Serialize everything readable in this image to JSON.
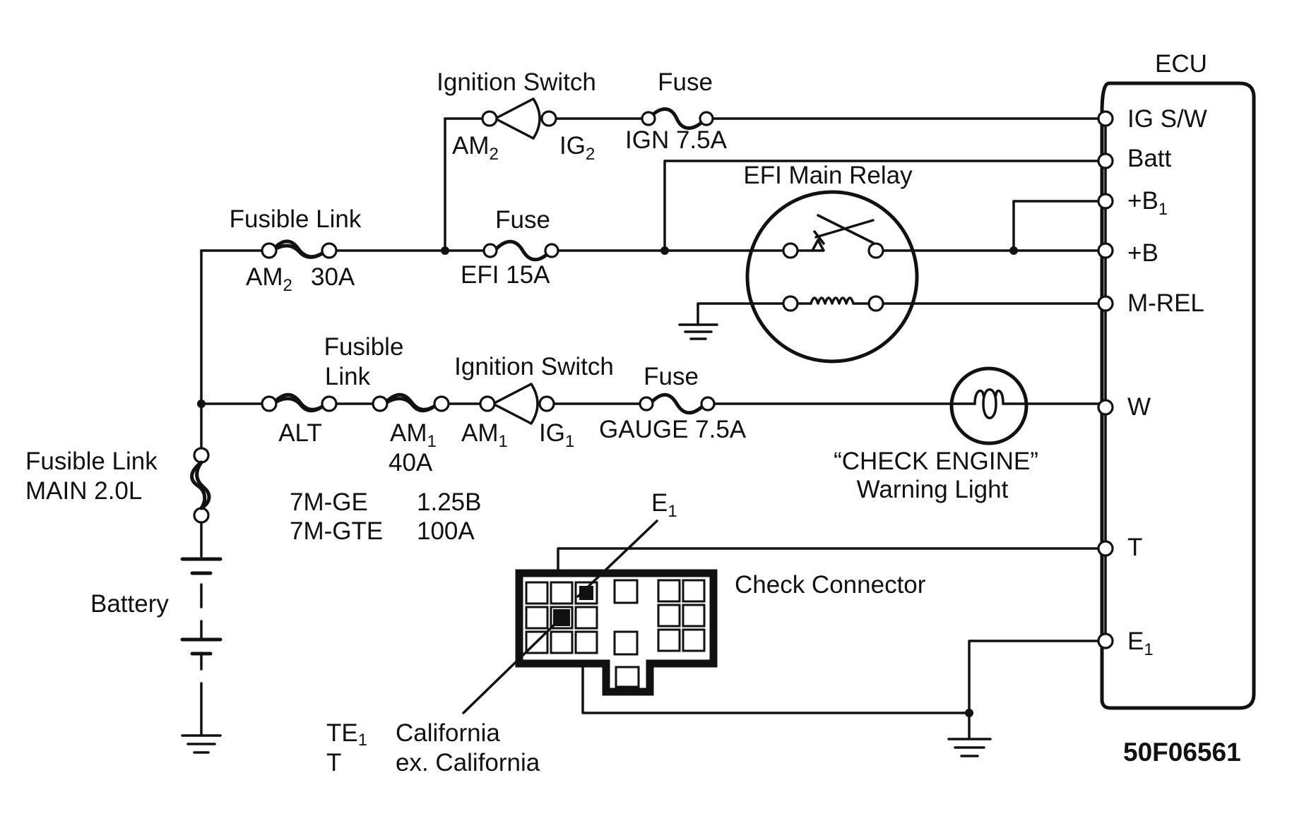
{
  "ecu": {
    "title": "ECU",
    "pins": [
      "IG S/W",
      "Batt",
      "+B",
      "+B",
      "M-REL",
      "W",
      "T",
      "E"
    ],
    "pin_subscripts": [
      "",
      "",
      "1",
      "",
      "",
      "",
      "",
      "1"
    ]
  },
  "ignition_switch_top": {
    "title": "Ignition Switch",
    "left": "AM",
    "left_sub": "2",
    "right": "IG",
    "right_sub": "2"
  },
  "fuse_top": {
    "title": "Fuse",
    "rating": "IGN 7.5A"
  },
  "efi_relay": {
    "title": "EFI Main Relay"
  },
  "fusible_link_am2": {
    "title": "Fusible Link",
    "name": "AM",
    "name_sub": "2",
    "rating": "30A"
  },
  "fuse_efi": {
    "title": "Fuse",
    "rating": "EFI 15A"
  },
  "fusible_link_alt": {
    "title_line1": "Fusible",
    "title_line2": "Link",
    "name": "ALT"
  },
  "fusible_link_am1": {
    "name": "AM",
    "name_sub": "1",
    "rating": "40A"
  },
  "ignition_switch_bottom": {
    "title": "Ignition Switch",
    "left": "AM",
    "left_sub": "1",
    "right": "IG",
    "right_sub": "1"
  },
  "fuse_gauge": {
    "title": "Fuse",
    "rating": "GAUGE 7.5A"
  },
  "warning_light": {
    "line1": "“CHECK  ENGINE”",
    "line2": "Warning Light"
  },
  "fusible_link_main": {
    "line1": "Fusible Link",
    "line2": "MAIN 2.0L"
  },
  "engine_table": {
    "rows": [
      {
        "engine": "7M-GE",
        "value": "1.25B"
      },
      {
        "engine": "7M-GTE",
        "value": "100A"
      }
    ]
  },
  "battery": {
    "label": "Battery"
  },
  "check_connector": {
    "label": "Check Connector",
    "pointer": "E",
    "pointer_sub": "1"
  },
  "legend": {
    "te1_code": "TE",
    "te1_sub": "1",
    "te1_desc": "California",
    "t_code": "T",
    "t_desc": "ex. California"
  },
  "figure_code": "50F06561"
}
